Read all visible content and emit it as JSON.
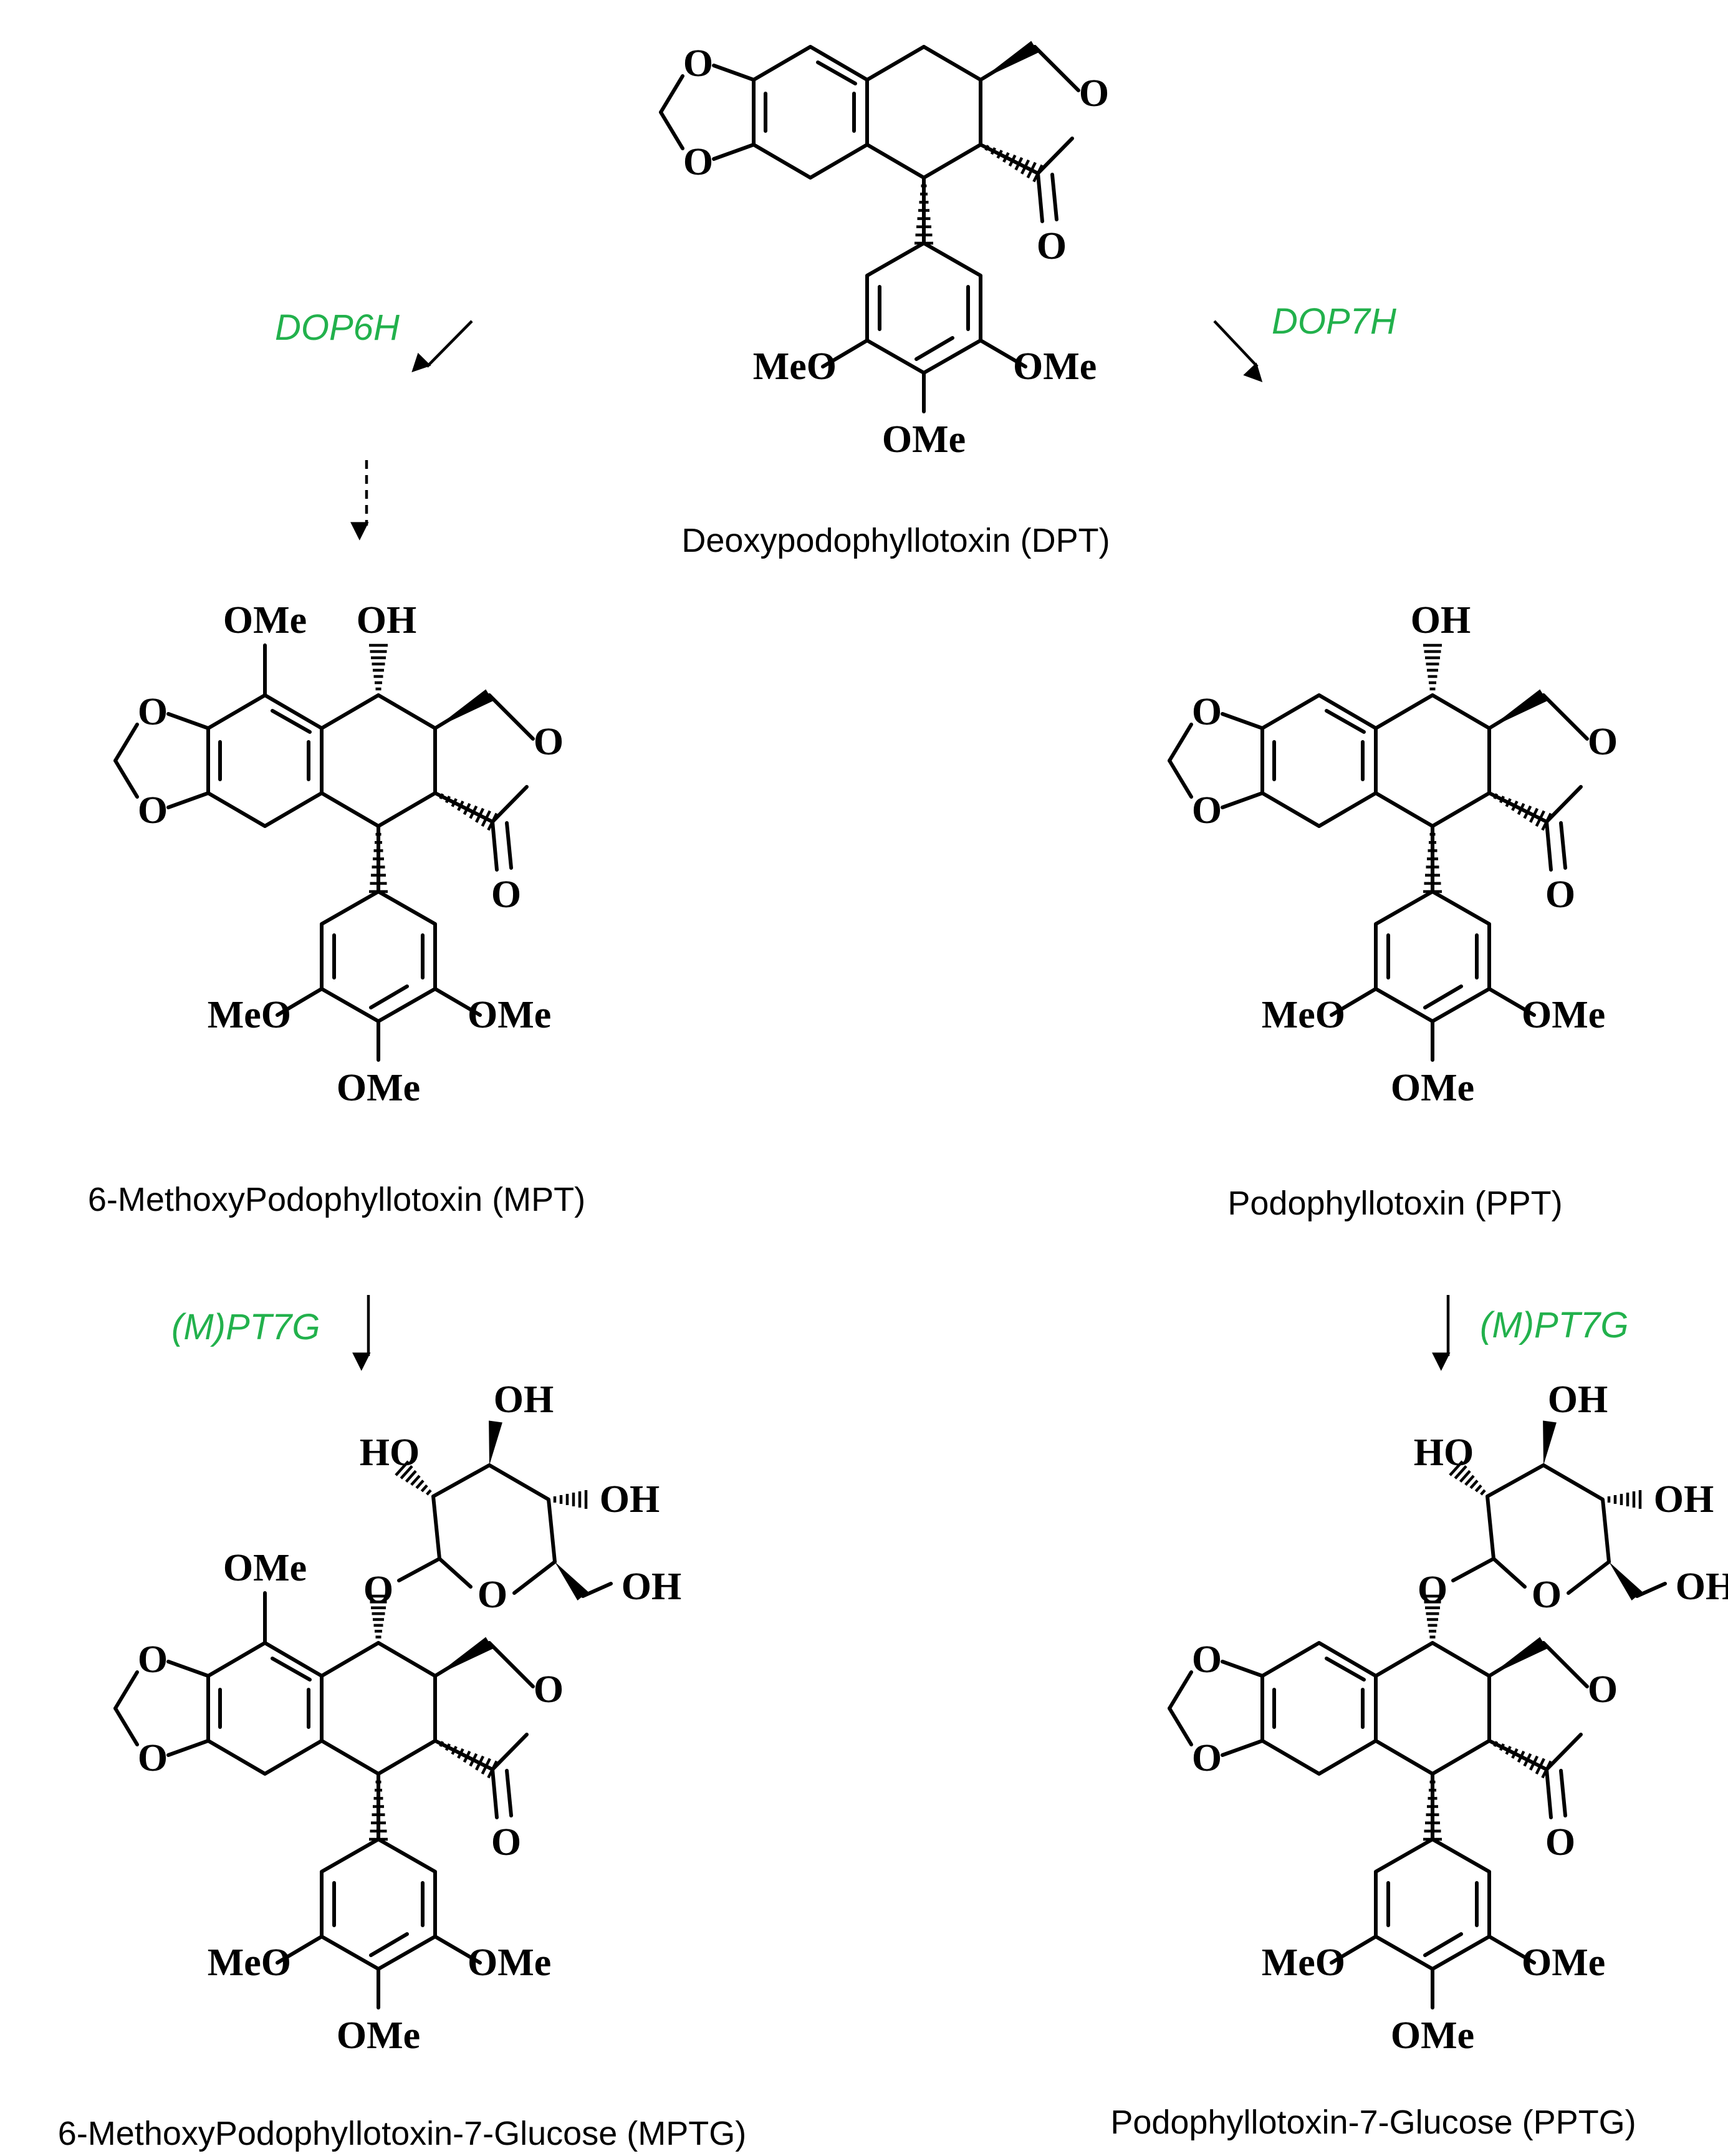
{
  "accent_color": "#22b14c",
  "atoms": {
    "o": "O",
    "ome": "OMe",
    "meo": "MeO",
    "oh": "OH",
    "ho": "HO"
  },
  "compounds": {
    "dpt": {
      "caption": "Deoxypodophyllotoxin (DPT)"
    },
    "mpt": {
      "caption": "6-MethoxyPodophyllotoxin (MPT)"
    },
    "ppt": {
      "caption": "Podophyllotoxin (PPT)"
    },
    "mptg": {
      "caption": "6-MethoxyPodophyllotoxin-7-Glucose (MPTG)"
    },
    "pptg": {
      "caption": "Podophyllotoxin-7-Glucose (PPTG)"
    }
  },
  "enzymes": {
    "dop6h": "DOP6H",
    "dop7h": "DOP7H",
    "mpt7g_left": "(M)PT7G",
    "mpt7g_right": "(M)PT7G"
  }
}
